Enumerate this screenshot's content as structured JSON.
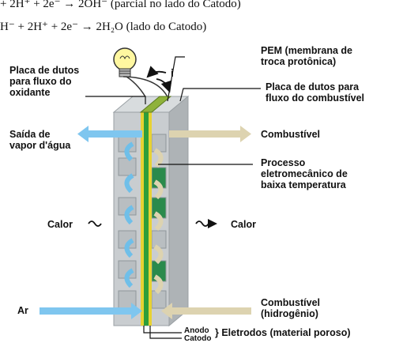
{
  "equations": {
    "top": "+ 2H⁺ + 2e⁻ → 2OH⁻   (parcial no lado do Catodo)",
    "second": "H⁻ + 2H⁺ + 2e⁻ → 2H₂O (lado do Catodo)"
  },
  "labels": {
    "pem": "PEM (membrana de\ntroca protônica)",
    "placa_oxidante": "Placa de dutos\npara fluxo do\noxidante",
    "current": "i",
    "placa_combustivel": "Placa de dutos para\nfluxo do combustível",
    "saida_vapor": "Saída de\nvapor d'água",
    "combustivel_top": "Combustível",
    "processo": "Processo\neletromecânico de\nbaixa temperatura",
    "calor_left": "Calor",
    "calor_right": "Calor",
    "ar": "Ar",
    "combustivel_bottom": "Combustível\n(hidrogênio)",
    "anodo": "Anodo",
    "catodo": "Catodo",
    "eletrodos": "} Eletrodos (material poroso)"
  },
  "colors": {
    "block": "#c9cdd0",
    "block_dark": "#9aa0a4",
    "membrane_green": "#2e9e3a",
    "electrode_yellow": "#e8d233",
    "blue_arrow": "#7fc6ef",
    "tan_arrow": "#ddd3b0",
    "dark_green": "#1f7a4a"
  }
}
